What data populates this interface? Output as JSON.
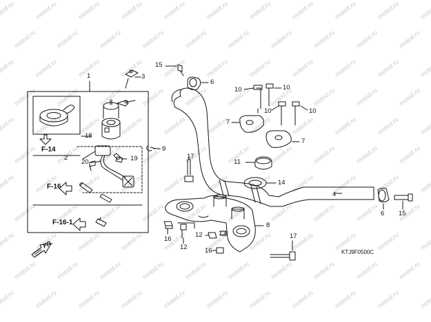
{
  "watermark": "motod.ru",
  "diagram_code": "KTJ9F0500C",
  "forward_label": "FR.",
  "references": [
    {
      "id": "ref-f14",
      "label": "F-14"
    },
    {
      "id": "ref-f16",
      "label": "F-16"
    },
    {
      "id": "ref-f161",
      "label": "F-16-1"
    }
  ],
  "callouts": [
    {
      "id": "1",
      "label": "1"
    },
    {
      "id": "2",
      "label": "2"
    },
    {
      "id": "3",
      "label": "3"
    },
    {
      "id": "4",
      "label": "4"
    },
    {
      "id": "6a",
      "label": "6"
    },
    {
      "id": "6b",
      "label": "6"
    },
    {
      "id": "7a",
      "label": "7"
    },
    {
      "id": "7b",
      "label": "7"
    },
    {
      "id": "8",
      "label": "8"
    },
    {
      "id": "9",
      "label": "9"
    },
    {
      "id": "10a",
      "label": "10"
    },
    {
      "id": "10b",
      "label": "10"
    },
    {
      "id": "10c",
      "label": "10"
    },
    {
      "id": "10d",
      "label": "10"
    },
    {
      "id": "11",
      "label": "11"
    },
    {
      "id": "12a",
      "label": "12"
    },
    {
      "id": "12b",
      "label": "12"
    },
    {
      "id": "13",
      "label": "13"
    },
    {
      "id": "14",
      "label": "14"
    },
    {
      "id": "15a",
      "label": "15"
    },
    {
      "id": "15b",
      "label": "15"
    },
    {
      "id": "16a",
      "label": "16"
    },
    {
      "id": "16b",
      "label": "16"
    },
    {
      "id": "17a",
      "label": "17"
    },
    {
      "id": "17b",
      "label": "17"
    },
    {
      "id": "18",
      "label": "18"
    },
    {
      "id": "19",
      "label": "19"
    },
    {
      "id": "20",
      "label": "20"
    }
  ]
}
